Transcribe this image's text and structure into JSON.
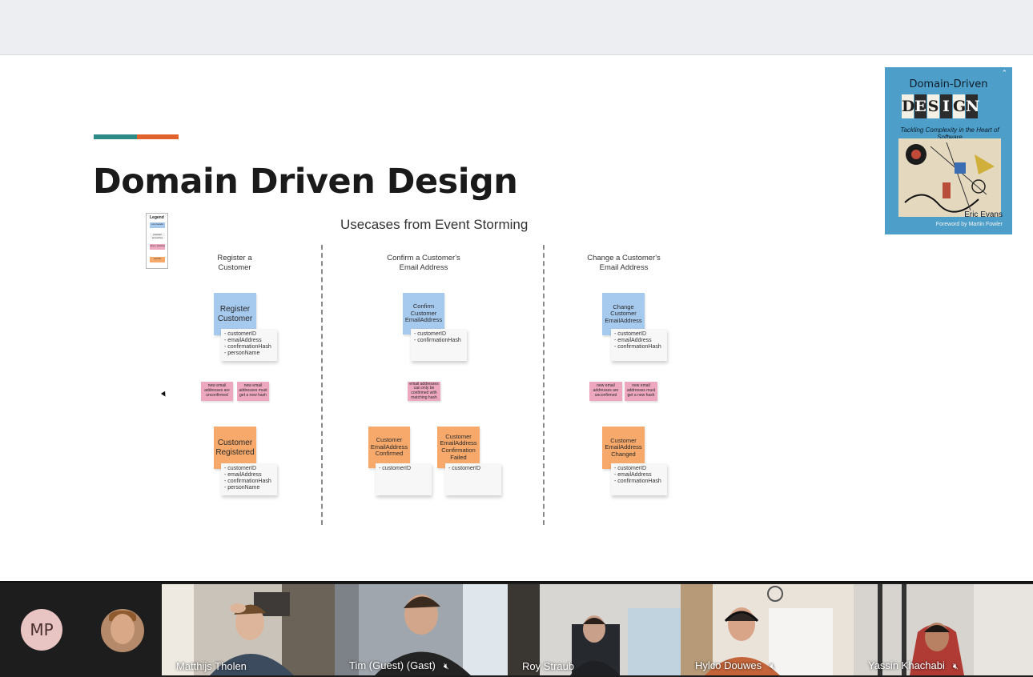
{
  "slide": {
    "title": "Domain Driven Design",
    "accent_colors": [
      "#2e8a86",
      "#e2622d"
    ],
    "book": {
      "title_line": "Domain-Driven",
      "design_letters": [
        "D",
        "E",
        "S",
        "I",
        "G",
        "N"
      ],
      "subtitle": "Tackling Complexity in the Heart of Software",
      "author": "Eric Evans",
      "foreword": "Foreword by Martin Fowler"
    }
  },
  "diagram": {
    "title": "Usecases from Event Storming",
    "legend": {
      "title": "Legend",
      "items": [
        "commands",
        "payload properties",
        "rules / policies",
        "events"
      ]
    },
    "columns": [
      {
        "title_line1": "Register a",
        "title_line2": "Customer",
        "command": "Register Customer",
        "command_props": [
          "- customerID",
          "- emailAddress",
          "- confirmationHash",
          "- personName"
        ],
        "policies": [
          "new email addresses are unconfirmed",
          "new email addresses must get a new hash"
        ],
        "event": "Customer Registered",
        "event_props": [
          "- customerID",
          "- emailAddress",
          "- confirmationHash",
          "- personName"
        ]
      },
      {
        "title_line1": "Confirm a Customer's",
        "title_line2": "Email Address",
        "command": "Confirm Customer EmailAddress",
        "command_props": [
          "- customerID",
          "- confirmationHash"
        ],
        "policies": [
          "email addresses can only be confirmed with matching hash"
        ],
        "event": "Customer EmailAddress Confirmed",
        "event_props": [
          "- customerID"
        ],
        "event2": "Customer EmailAddress Confirmation Failed",
        "event2_props": [
          "- customerID"
        ]
      },
      {
        "title_line1": "Change a Customer's",
        "title_line2": "Email Address",
        "command": "Change Customer EmailAddress",
        "command_props": [
          "- customerID",
          "- emailAddress",
          "- confirmationHash"
        ],
        "policies": [
          "new email addresses are unconfirmed",
          "new email addresses must get a new hash"
        ],
        "event": "Customer EmailAddress Changed",
        "event_props": [
          "- customerID",
          "- emailAddress",
          "- confirmationHash"
        ]
      }
    ]
  },
  "participants": [
    {
      "name": "MP",
      "type": "initials"
    },
    {
      "name": "",
      "type": "avatar"
    },
    {
      "name": "Matthijs Tholen",
      "muted": false
    },
    {
      "name": "Tim (Guest) (Gast)",
      "muted": true
    },
    {
      "name": "Roy Straub",
      "muted": false
    },
    {
      "name": "Hylco Douwes",
      "muted": true
    },
    {
      "name": "Yassin Khachabi",
      "muted": true
    }
  ]
}
